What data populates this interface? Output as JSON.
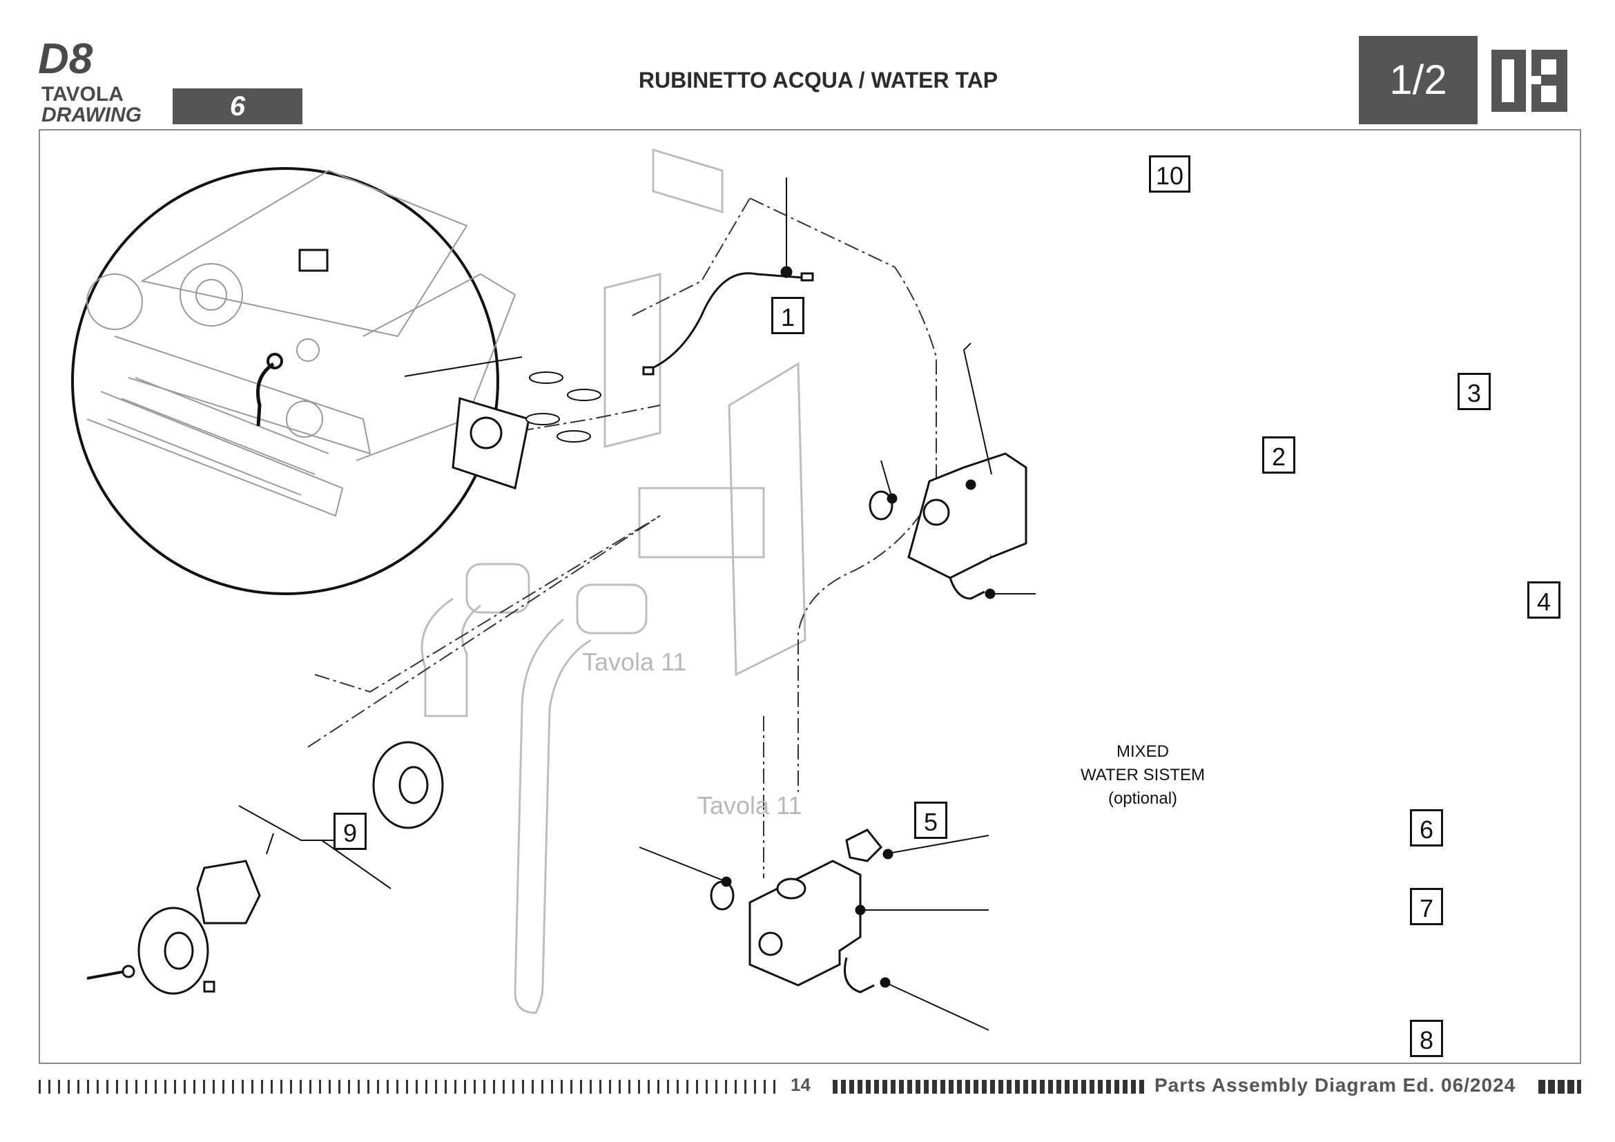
{
  "header": {
    "model": "D8",
    "tavola_label": "TAVOLA",
    "drawing_label": "DRAWING",
    "table_number": "6",
    "title": "RUBINETTO ACQUA / WATER TAP",
    "page_indicator": "1/2",
    "logo": "D8-logo",
    "accent_color": "#555555"
  },
  "diagram": {
    "callouts": [
      "1",
      "2",
      "3",
      "4",
      "5",
      "6",
      "7",
      "8",
      "9",
      "10"
    ],
    "ghost_labels": [
      "Tavola 11",
      "Tavola 11"
    ],
    "mixed_note": [
      "MIXED",
      "WATER SISTEM",
      "(optional)"
    ]
  },
  "footer": {
    "page_number": "14",
    "text": "Parts Assembly Diagram Ed. 06/2024"
  }
}
